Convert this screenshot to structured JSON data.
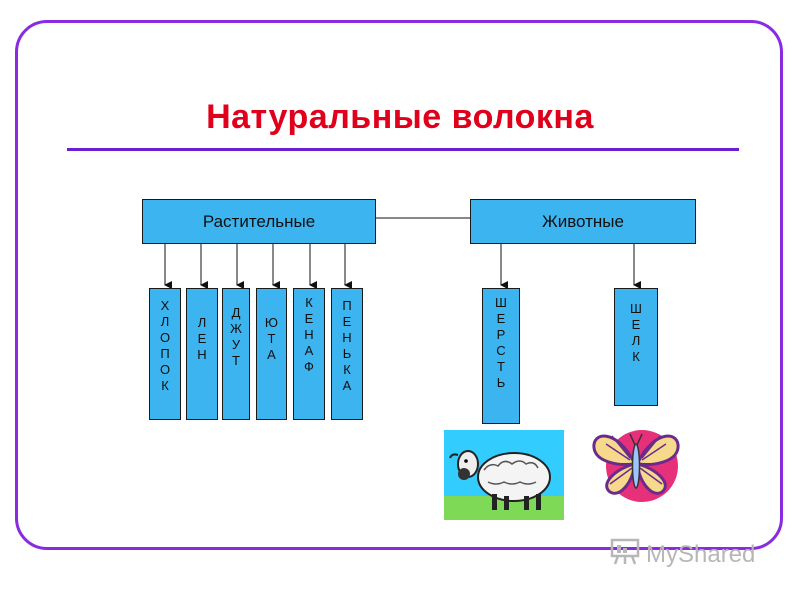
{
  "title": "Натуральные волокна",
  "categories": {
    "plant": "Растительные",
    "animal": "Животные"
  },
  "plant_fibers": [
    {
      "id": "cotton",
      "letters": [
        "Х",
        "Л",
        "О",
        "П",
        "О",
        "К"
      ]
    },
    {
      "id": "flax",
      "letters": [
        "Л",
        "Е",
        "Н"
      ]
    },
    {
      "id": "jute",
      "letters": [
        "Д",
        "Ж",
        "У",
        "Т"
      ]
    },
    {
      "id": "yuta",
      "letters": [
        "Ю",
        "Т",
        "А"
      ]
    },
    {
      "id": "kenaf",
      "letters": [
        "К",
        "Е",
        "Н",
        "А",
        "Ф"
      ]
    },
    {
      "id": "hemp",
      "letters": [
        "П",
        "Е",
        "Н",
        "Ь",
        "К",
        "А"
      ]
    }
  ],
  "animal_fibers": [
    {
      "id": "wool",
      "letters": [
        "Ш",
        "Е",
        "Р",
        "С",
        "Т",
        "Ь"
      ]
    },
    {
      "id": "silk",
      "letters": [
        "Ш",
        "Е",
        "Л",
        "К"
      ]
    }
  ],
  "watermark": "MyShared",
  "colors": {
    "frame": "#8a2be2",
    "title": "#e0001b",
    "box": "#3cb4f0"
  },
  "icons": [
    "sheep-image",
    "butterfly-image",
    "presentation-icon"
  ]
}
